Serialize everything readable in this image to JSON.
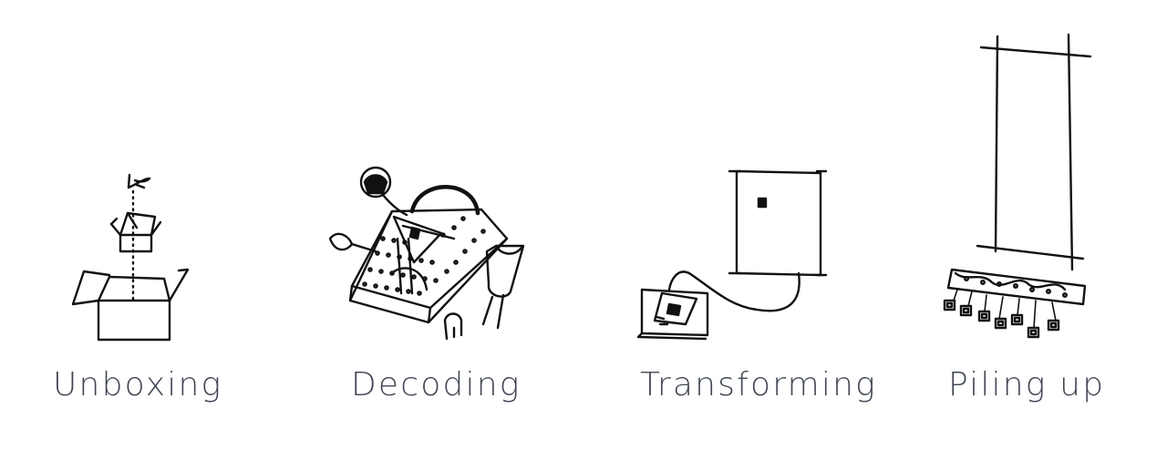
{
  "steps": [
    {
      "label": "Unboxing",
      "icon": "unboxing-sketch-icon"
    },
    {
      "label": "Decoding",
      "icon": "decoding-breadboard-sketch-icon"
    },
    {
      "label": "Transforming",
      "icon": "transforming-device-sketch-icon"
    },
    {
      "label": "Piling up",
      "icon": "piling-up-sketch-icon"
    }
  ],
  "colors": {
    "ink": "#111111",
    "label_text": "#3f4652",
    "background": "#ffffff"
  }
}
